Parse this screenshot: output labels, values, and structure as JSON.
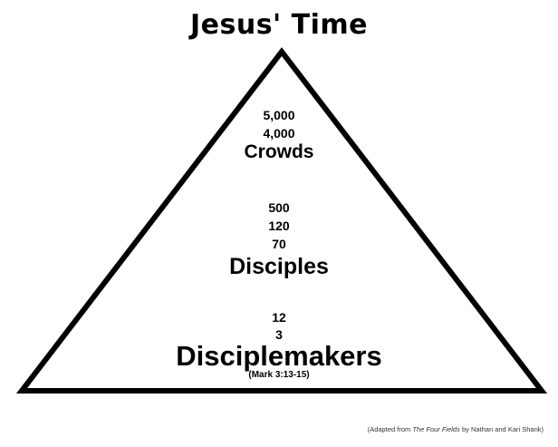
{
  "title": "Jesus' Time",
  "diagram": {
    "shape": "triangle",
    "stroke_color": "#000000",
    "levels": [
      {
        "numbers": [
          "5,000",
          "4,000"
        ],
        "label": "Crowds"
      },
      {
        "numbers": [
          "500",
          "120",
          "70"
        ],
        "label": "Disciples"
      },
      {
        "numbers": [
          "12",
          "3"
        ],
        "label": "Disciplemakers",
        "reference": "(Mark 3:13-15)"
      }
    ]
  },
  "credit": {
    "prefix": "(Adapted from ",
    "book": "The Four Fields",
    "suffix": " by Nathan and Kari Shank)"
  }
}
